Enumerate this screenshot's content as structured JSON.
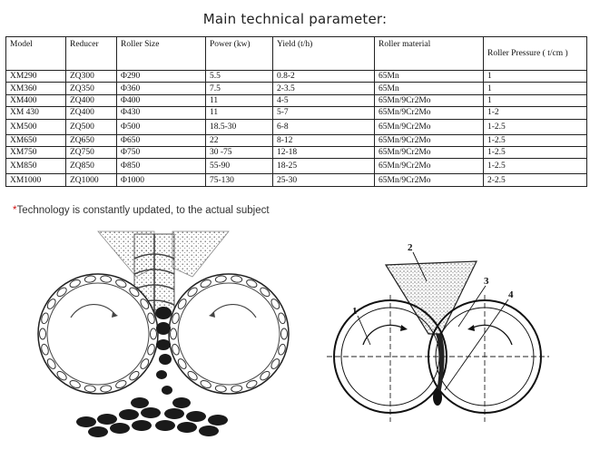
{
  "title": "Main technical parameter:",
  "table": {
    "headers": [
      "Model",
      "Reducer",
      "Roller Size",
      "Power (kw)",
      "Yield (t/h)",
      "Roller material",
      "Roller Pressure ( t/cm )"
    ],
    "rows": [
      [
        "XM290",
        "ZQ300",
        "Φ290",
        "5.5",
        "0.8-2",
        "65Mn",
        "1"
      ],
      [
        "XM360",
        "ZQ350",
        "Φ360",
        "7.5",
        "2-3.5",
        "65Mn",
        "1"
      ],
      [
        "XM400",
        "ZQ400",
        "Φ400",
        "11",
        "4-5",
        "65Mn/9Cr2Mo",
        "1"
      ],
      [
        "XM 430",
        "ZQ400",
        "Φ430",
        "11",
        "5-7",
        "65Mn/9Cr2Mo",
        "1-2"
      ],
      [
        "XM500",
        "ZQ500",
        "Φ500",
        "18.5-30",
        "6-8",
        "65Mn/9Cr2Mo",
        "1-2.5"
      ],
      [
        "XM650",
        "ZQ650",
        "Φ650",
        "22",
        "8-12",
        "65Mn/9Cr2Mo",
        "1-2.5"
      ],
      [
        "XM750",
        "ZQ750",
        "Φ750",
        "30 -75",
        "12-18",
        "65Mn/9Cr2Mo",
        "1-2.5"
      ],
      [
        "XM850",
        "ZQ850",
        "Φ850",
        "55-90",
        "18-25",
        "65Mn/9Cr2Mo",
        "1-2.5"
      ],
      [
        "XM1000",
        "ZQ1000",
        "Φ1000",
        "75-130",
        "25-30",
        "65Mn/9Cr2Mo",
        "2-2.5"
      ]
    ]
  },
  "note": {
    "star": "*",
    "text": "Technology is constantly updated, to the actual subject"
  },
  "diagram_labels": {
    "left": "1",
    "top": "2",
    "mid": "3",
    "right": "4"
  }
}
